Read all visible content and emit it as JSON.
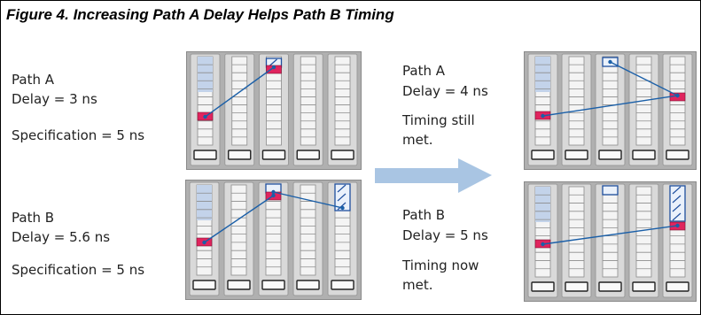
{
  "figure": {
    "title": "Figure 4. Increasing Path A Delay Helps Path B Timing"
  },
  "before": {
    "path_a": {
      "name": "Path A",
      "delay": "Delay = 3 ns",
      "specification": "Specification = 5 ns"
    },
    "path_b": {
      "name": "Path B",
      "delay": "Delay = 5.6 ns",
      "specification": "Specification = 5 ns"
    }
  },
  "after": {
    "path_a": {
      "name": "Path A",
      "delay": "Delay = 4 ns",
      "status_line1": "Timing still",
      "status_line2": "met."
    },
    "path_b": {
      "name": "Path B",
      "delay": "Delay = 5 ns",
      "status_line1": "Timing now",
      "status_line2": "met."
    }
  },
  "colors": {
    "accent_register": "#e0245e",
    "connection": "#1a5fa8",
    "cell_outline": "#1f4f9e",
    "highlight_column": "#c3d3ea",
    "big_arrow": "#a9c5e3"
  }
}
